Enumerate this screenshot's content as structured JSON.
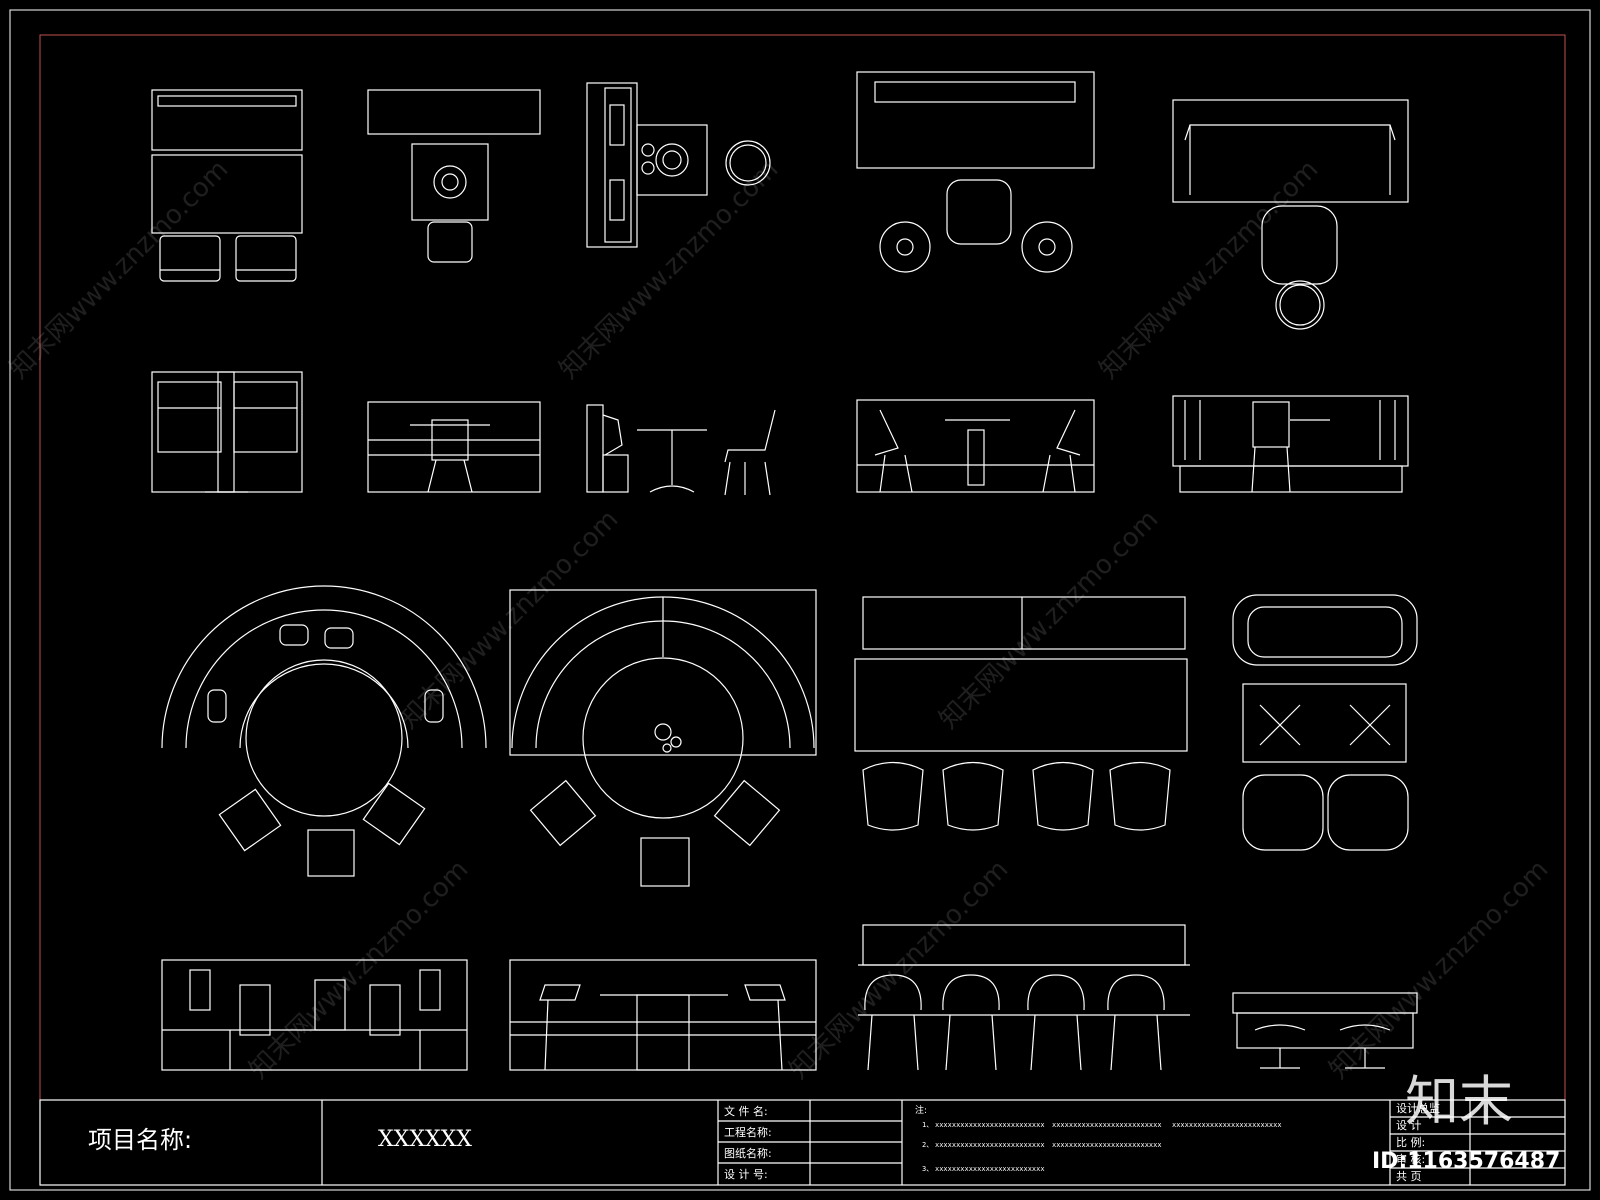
{
  "title_block": {
    "project_label": "项目名称:",
    "project_value": "XXXXXX",
    "fields": [
      {
        "label": "文 件 名:"
      },
      {
        "label": "工程名称:"
      },
      {
        "label": "图纸名称:"
      },
      {
        "label": "设 计 号:"
      }
    ],
    "notes_label": "注:",
    "notes": [
      {
        "prefix": "1、",
        "lines": [
          "xxxxxxxxxxxxxxxxxxxxxxxxxx",
          "xxxxxxxxxxxxxxxxxxxxxxxxxx",
          "xxxxxxxxxxxxxxxxxxxxxxxxxx"
        ]
      },
      {
        "prefix": "2、",
        "lines": [
          "xxxxxxxxxxxxxxxxxxxxxxxxxx",
          "xxxxxxxxxxxxxxxxxxxxxxxxxx"
        ]
      },
      {
        "prefix": "3、",
        "lines": [
          "xxxxxxxxxxxxxxxxxxxxxxxxxx"
        ]
      }
    ],
    "right_fields": [
      "设计总监",
      "设 计",
      "比 例:",
      "审 核:",
      "共 页"
    ]
  },
  "watermark": {
    "text": "知末网www.znzmo.com",
    "logo": "知末",
    "id": "ID:1163576487"
  },
  "colors": {
    "background": "#000000",
    "lines": "#ffffff",
    "frame_accent": "#c0504d"
  }
}
